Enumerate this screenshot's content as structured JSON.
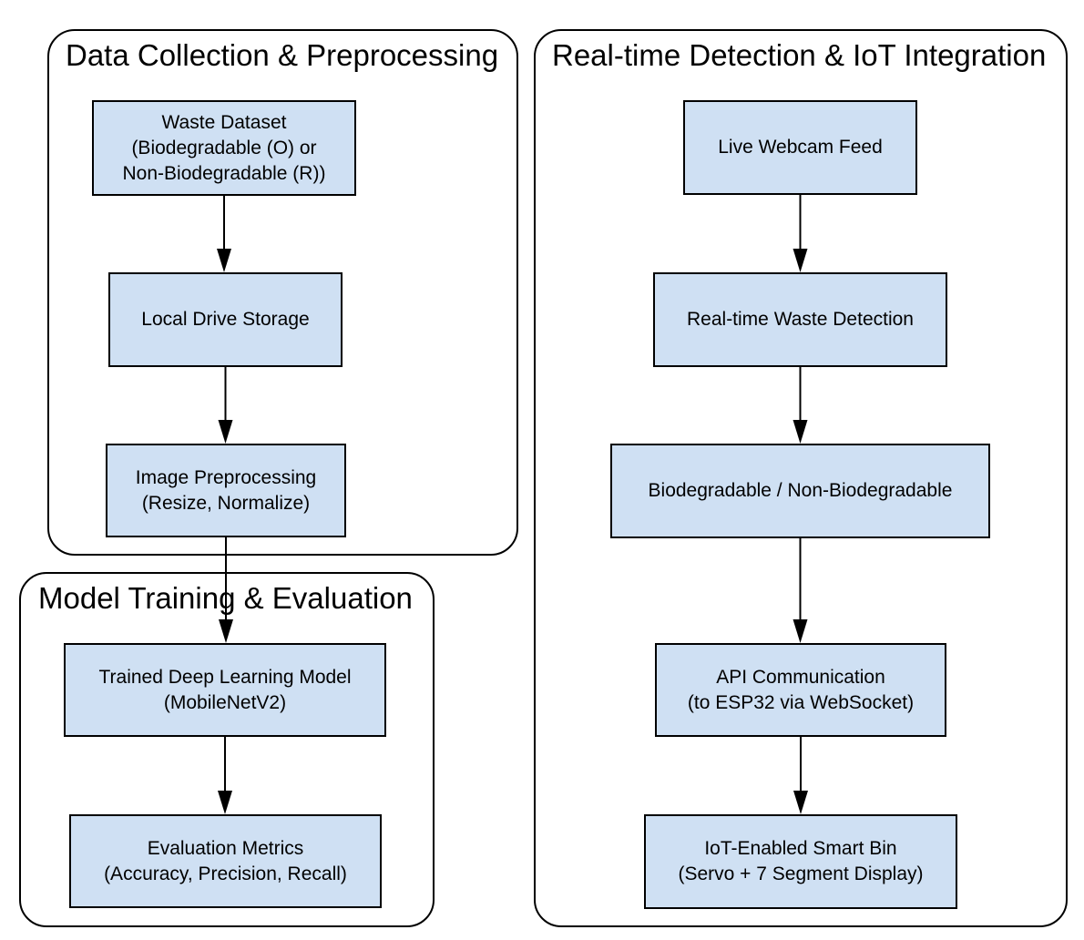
{
  "colors": {
    "node_fill": "#cfe0f3",
    "stroke": "#000000",
    "background": "#ffffff"
  },
  "groups": {
    "data_collection": {
      "title": "Data Collection & Preprocessing"
    },
    "model_training": {
      "title": "Model Training & Evaluation"
    },
    "realtime": {
      "title": "Real-time Detection & IoT Integration"
    }
  },
  "nodes": {
    "waste_dataset": "Waste Dataset\n(Biodegradable (O) or\nNon-Biodegradable (R))",
    "local_storage": "Local Drive Storage",
    "image_preprocessing": "Image Preprocessing\n(Resize, Normalize)",
    "trained_model": "Trained Deep Learning Model\n(MobileNetV2)",
    "evaluation_metrics": "Evaluation Metrics\n(Accuracy, Precision, Recall)",
    "live_webcam": "Live Webcam Feed",
    "realtime_detection": "Real-time Waste Detection",
    "classification": "Biodegradable / Non-Biodegradable",
    "api_communication": "API Communication\n(to ESP32 via WebSocket)",
    "smart_bin": "IoT-Enabled Smart Bin\n(Servo + 7 Segment Display)"
  },
  "edges": [
    {
      "from": "waste_dataset",
      "to": "local_storage"
    },
    {
      "from": "local_storage",
      "to": "image_preprocessing"
    },
    {
      "from": "image_preprocessing",
      "to": "trained_model"
    },
    {
      "from": "trained_model",
      "to": "evaluation_metrics"
    },
    {
      "from": "live_webcam",
      "to": "realtime_detection"
    },
    {
      "from": "realtime_detection",
      "to": "classification"
    },
    {
      "from": "classification",
      "to": "api_communication"
    },
    {
      "from": "api_communication",
      "to": "smart_bin"
    }
  ]
}
